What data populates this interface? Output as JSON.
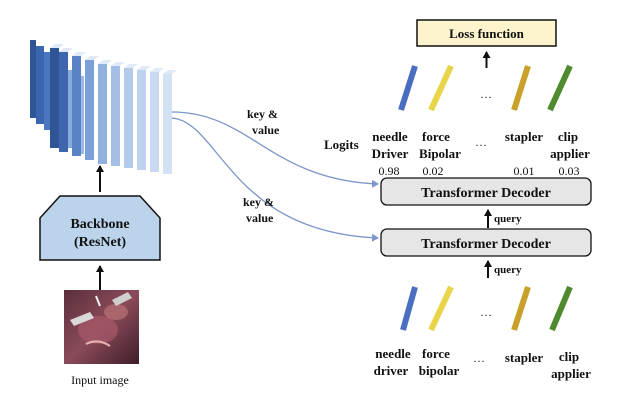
{
  "loss_box": {
    "label": "Loss function"
  },
  "backbone": {
    "line1": "Backbone",
    "line2": "(ResNet)"
  },
  "input": {
    "caption": "Input image"
  },
  "kv_upper": {
    "line1": "key &",
    "line2": "value"
  },
  "kv_lower": {
    "line1": "key &",
    "line2": "value"
  },
  "decoder_upper": {
    "label": "Transformer Decoder"
  },
  "decoder_lower": {
    "label": "Transformer Decoder"
  },
  "query_upper": "query",
  "query_lower": "query",
  "logits_label": "Logits",
  "top_ellipsis": "…",
  "mid_ellipsis": "…",
  "bottom_ellipsis": "…",
  "logit_classes": [
    {
      "line1": "needle",
      "line2": "Driver",
      "score": "0.98"
    },
    {
      "line1": "force",
      "line2": "Bipolar",
      "score": "0.02"
    },
    {
      "line1": "stapler",
      "line2": "",
      "score": "0.01"
    },
    {
      "line1": "clip",
      "line2": "applier",
      "score": "0.03"
    }
  ],
  "query_classes": [
    {
      "line1": "needle",
      "line2": "driver"
    },
    {
      "line1": "force",
      "line2": "bipolar"
    },
    {
      "line1": "stapler",
      "line2": ""
    },
    {
      "line1": "clip",
      "line2": "applier"
    }
  ],
  "colors": {
    "needle_driver": "#4a6fc0",
    "force_bipolar": "#e8d54a",
    "stapler": "#c9a12a",
    "clip_applier": "#4f8a2e",
    "loss_fill": "#fdf3cc",
    "decoder_fill": "#e6e6e6",
    "backbone_fill": "#bcd3ec",
    "arrow_blue": "#7b96c8"
  }
}
